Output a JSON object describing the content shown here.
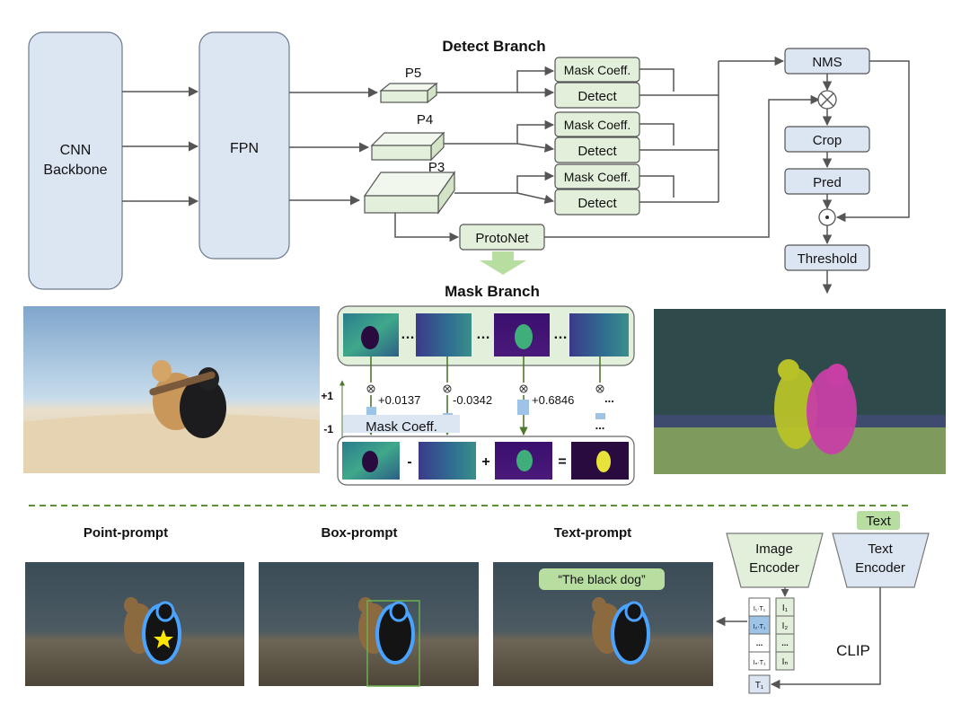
{
  "colors": {
    "blue_fill": "#dce6f2",
    "blue_stroke": "#6b7a8f",
    "green_fill": "#e2efda",
    "green_stroke": "#6b8a5a",
    "arrow": "#555555",
    "dashed_divider": "#5a8f3a",
    "text_tag": "#b7dea0",
    "highlight": "#9dc3e6"
  },
  "detect": {
    "title": "Detect Branch",
    "backbone_line1": "CNN",
    "backbone_line2": "Backbone",
    "fpn": "FPN",
    "p5": "P5",
    "p4": "P4",
    "p3": "P3",
    "heads": [
      {
        "mask": "Mask Coeff.",
        "detect": "Detect"
      },
      {
        "mask": "Mask Coeff.",
        "detect": "Detect"
      },
      {
        "mask": "Mask Coeff.",
        "detect": "Detect"
      }
    ],
    "protonet": "ProtoNet",
    "pipeline": {
      "nms": "NMS",
      "multiply_symbol": "⊗",
      "crop": "Crop",
      "pred": "Pred",
      "dot_symbol": "⊙",
      "threshold": "Threshold"
    }
  },
  "mask": {
    "title": "Mask Branch",
    "ellipsis": "...",
    "ellipsis_unicode": "…",
    "coefficients": [
      "+0.0137",
      "-0.0342",
      "+0.6846",
      "..."
    ],
    "coeff_label": "Mask Coeff.",
    "scale_top": "+1",
    "scale_bottom": "-1",
    "equation_ops": [
      "-",
      "+",
      "="
    ]
  },
  "prompts": {
    "point": "Point-prompt",
    "box": "Box-prompt",
    "text": "Text-prompt",
    "text_query": "“The black dog”"
  },
  "clip": {
    "text_tag": "Text",
    "image_encoder_line1": "Image",
    "image_encoder_line2": "Encoder",
    "text_encoder_line1": "Text",
    "text_encoder_line2": "Encoder",
    "label": "CLIP",
    "products": [
      "I₁·T₁",
      "I₂·T₁",
      "...",
      "Iₙ·T₁"
    ],
    "image_features": [
      "I₁",
      "I₂",
      "...",
      "Iₙ"
    ],
    "text_feature": "T₁"
  }
}
